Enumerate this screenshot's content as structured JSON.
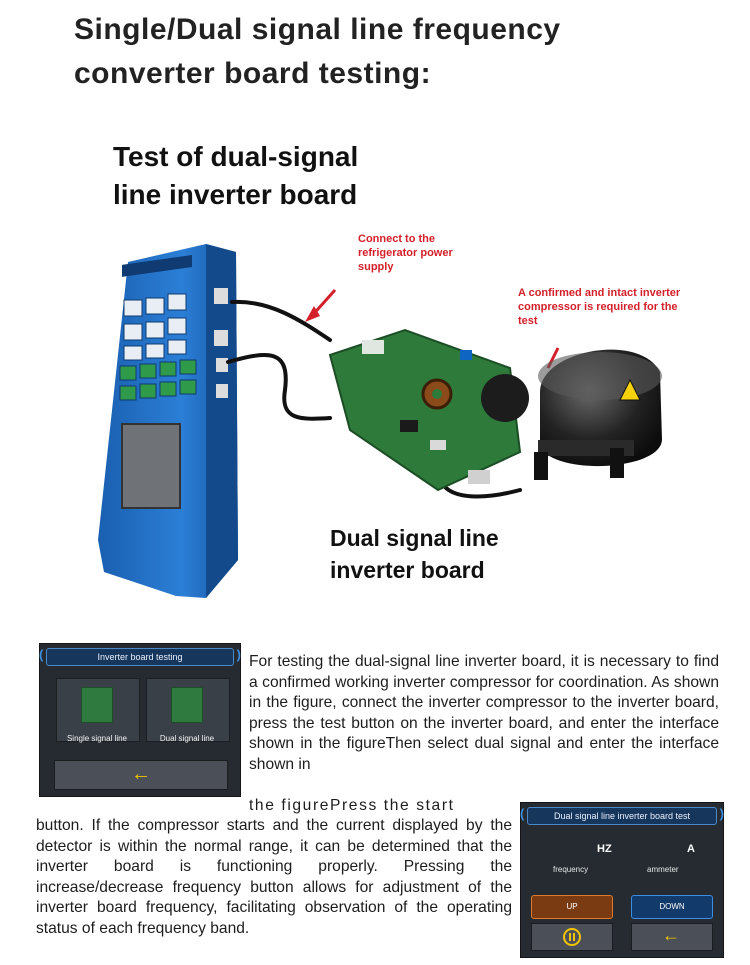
{
  "title": "Single/Dual signal line frequency converter board testing:",
  "subtitle": "Test of dual-signal line inverter board",
  "callouts": {
    "power": "Connect to the refrigerator power supply",
    "compressor": "A confirmed and intact inverter compressor is required for the test"
  },
  "board_label": "Dual signal line inverter board",
  "screen1": {
    "header": "Inverter board testing",
    "option_single": "Single signal line",
    "option_dual": "Dual signal line",
    "back_icon": "left-arrow-icon"
  },
  "screen2": {
    "header": "Dual signal line inverter board test",
    "hz_unit": "HZ",
    "a_unit": "A",
    "frequency_label": "frequency",
    "ammeter_label": "ammeter",
    "up_button": "UP",
    "down_button": "DOWN",
    "pause_icon": "pause-icon",
    "back_icon": "left-arrow-icon"
  },
  "paragraph": {
    "part1": "For testing the dual-signal line inverter board, it is necessary to find a confirmed working inverter compressor for coordination. As shown in the figure, connect the inverter compressor to the inverter board, press the test button on the inverter board, and enter the interface shown in the figureThen select dual signal and enter the interface shown in",
    "part2": "the figurePress the start",
    "part3": "button. If the compressor starts and the current displayed by the detector is within the normal range, it can be determined that the inverter board is functioning properly. Pressing the increase/decrease frequency button allows for adjustment of the inverter board frequency, facilitating observation of the operating status of each frequency band."
  },
  "colors": {
    "callout_red": "#d4202a",
    "tester_blue": "#1f6fc4",
    "screen_bg": "#262b31",
    "header_blue": "#17365c",
    "accent_yellow": "#f2c500"
  }
}
